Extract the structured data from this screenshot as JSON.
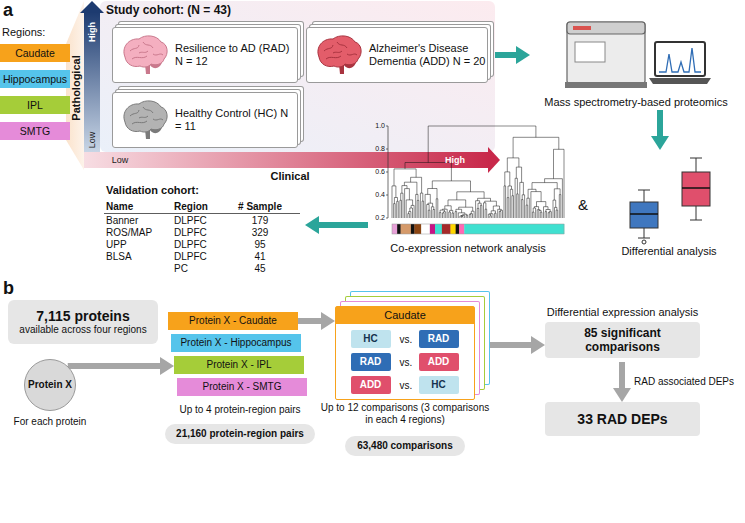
{
  "diagram": {
    "nodes": [
      {
        "text": [
          "Study cohort: (N = 43)"
        ]
      },
      {
        "text": [
          "Resilience to AD (RAD) N = 12"
        ],
        "in": 0
      },
      {
        "text": [
          "Alzheimer's Disease Dementia (ADD) N = 20"
        ],
        "in": 0
      },
      {
        "text": [
          "Healthy Control (HC) N = 11"
        ],
        "in": 0
      },
      {
        "text": [
          "Mass spectrometry-based proteomics"
        ]
      },
      {
        "text": [
          "Co-expression network analysis"
        ]
      },
      {
        "text": [
          "Differential analysis"
        ]
      },
      {
        "text": [
          "Validation cohort:"
        ]
      },
      {
        "text": [
          "7,115 proteins",
          "available across four regions"
        ]
      },
      {
        "text": [
          "Protein X"
        ]
      },
      {
        "text": [
          "Protein X - Caudate"
        ]
      },
      {
        "text": [
          "Protein X - Hippocampus"
        ]
      },
      {
        "text": [
          "Protein X - IPL"
        ]
      },
      {
        "text": [
          "Protein X - SMTG"
        ]
      },
      {
        "text": [
          "21,160 protein-region pairs"
        ]
      },
      {
        "text": [
          "Caudate"
        ]
      },
      {
        "text": [
          "HC"
        ],
        "in": 15
      },
      {
        "text": [
          "RAD"
        ],
        "in": 15
      },
      {
        "text": [
          "RAD"
        ],
        "in": 15
      },
      {
        "text": [
          "ADD"
        ],
        "in": 15
      },
      {
        "text": [
          "ADD"
        ],
        "in": 15
      },
      {
        "text": [
          "HC"
        ],
        "in": 15
      },
      {
        "text": [
          "63,480 comparisons"
        ]
      },
      {
        "text": [
          "Differential expression analysis",
          "85 significant comparisons"
        ]
      },
      {
        "text": [
          "33 RAD DEPs"
        ]
      }
    ],
    "edges": [
      {
        "from": 0,
        "to": 4,
        "arrow": "to"
      },
      {
        "from": 4,
        "to": 6,
        "arrow": "to"
      },
      {
        "from": 5,
        "to": 7,
        "arrow": "to"
      },
      {
        "from": 9,
        "to": 12,
        "arrow": "to"
      },
      {
        "from": 10,
        "to": 15,
        "arrow": "to"
      },
      {
        "from": 15,
        "to": 23,
        "arrow": "to"
      },
      {
        "from": 23,
        "to": 24,
        "label": "RAD associated DEPs",
        "arrow": "to"
      }
    ],
    "labels": [
      "a",
      "Regions:",
      "Pathological",
      "High",
      "Low",
      "Low",
      "High",
      "Clinical",
      "&",
      "1.0",
      "0.8",
      "0.6",
      "0.4",
      "0.2",
      "Name",
      "Region",
      "# Sample",
      "Banner",
      "DLPFC",
      "179",
      "ROS/MAP",
      "DLPFC",
      "329",
      "UPP",
      "DLPFC",
      "95",
      "BLSA",
      "DLPFC",
      "41",
      "PC",
      "45",
      "b",
      "For each protein",
      "Up to 4 protein-region pairs",
      "vs.",
      "vs.",
      "vs.",
      "Up to 12 comparisons (3 comparisons in each 4 regions)"
    ],
    "legend": [
      {
        "text": "Caudate",
        "color": "#F7A21B"
      },
      {
        "text": "Hippocampus",
        "color": "#55C4EB"
      },
      {
        "text": "IPL",
        "color": "#A5CD39"
      },
      {
        "text": "SMTG",
        "color": "#E58BD9"
      }
    ]
  }
}
